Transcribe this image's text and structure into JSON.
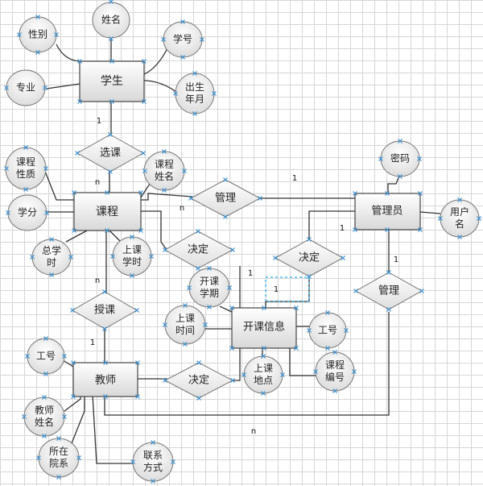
{
  "entities": [
    {
      "key": "student",
      "label": "学生"
    },
    {
      "key": "course",
      "label": "课程"
    },
    {
      "key": "admin",
      "label": "管理员"
    },
    {
      "key": "courseinfo",
      "label": "开课信息"
    },
    {
      "key": "teacher",
      "label": "教师"
    }
  ],
  "relationships": [
    {
      "key": "select",
      "label": "选课"
    },
    {
      "key": "manage1",
      "label": "管理"
    },
    {
      "key": "decide1",
      "label": "决定"
    },
    {
      "key": "decide2",
      "label": "决定"
    },
    {
      "key": "teach",
      "label": "授课"
    },
    {
      "key": "decide3",
      "label": "决定"
    },
    {
      "key": "manage2",
      "label": "管理"
    }
  ],
  "attributes": [
    {
      "key": "s_name",
      "lines": [
        "姓名"
      ]
    },
    {
      "key": "s_gender",
      "lines": [
        "性别"
      ]
    },
    {
      "key": "s_id",
      "lines": [
        "学号"
      ]
    },
    {
      "key": "s_major",
      "lines": [
        "专业"
      ]
    },
    {
      "key": "s_birth",
      "lines": [
        "出生",
        "年月"
      ]
    },
    {
      "key": "c_nature",
      "lines": [
        "课程",
        "性质"
      ]
    },
    {
      "key": "c_name",
      "lines": [
        "课程",
        "姓名"
      ]
    },
    {
      "key": "c_credit",
      "lines": [
        "学分"
      ]
    },
    {
      "key": "c_hours",
      "lines": [
        "总学",
        "时"
      ]
    },
    {
      "key": "c_lecture",
      "lines": [
        "上课",
        "学时"
      ]
    },
    {
      "key": "a_pwd",
      "lines": [
        "密码"
      ]
    },
    {
      "key": "a_user",
      "lines": [
        "用户",
        "名"
      ]
    },
    {
      "key": "i_term",
      "lines": [
        "开课",
        "学期"
      ]
    },
    {
      "key": "i_time",
      "lines": [
        "上课",
        "时间"
      ]
    },
    {
      "key": "i_workno",
      "lines": [
        "工号"
      ]
    },
    {
      "key": "i_place",
      "lines": [
        "上课",
        "地点"
      ]
    },
    {
      "key": "i_cno",
      "lines": [
        "课程",
        "编号"
      ]
    },
    {
      "key": "t_workno",
      "lines": [
        "工号"
      ]
    },
    {
      "key": "t_name",
      "lines": [
        "教师",
        "姓名"
      ]
    },
    {
      "key": "t_dept",
      "lines": [
        "所在",
        "院系"
      ]
    },
    {
      "key": "t_contact",
      "lines": [
        "联系",
        "方式"
      ]
    }
  ],
  "cardinalities": [
    {
      "key": "c1",
      "text": "1"
    },
    {
      "key": "c2",
      "text": "n"
    },
    {
      "key": "c3",
      "text": "1"
    },
    {
      "key": "c4",
      "text": "n"
    },
    {
      "key": "c5",
      "text": "1"
    },
    {
      "key": "c6",
      "text": "1"
    },
    {
      "key": "c7",
      "text": "1"
    },
    {
      "key": "c8",
      "text": "n"
    },
    {
      "key": "c9",
      "text": "1"
    },
    {
      "key": "c10",
      "text": "1"
    },
    {
      "key": "c11",
      "text": "n"
    }
  ]
}
